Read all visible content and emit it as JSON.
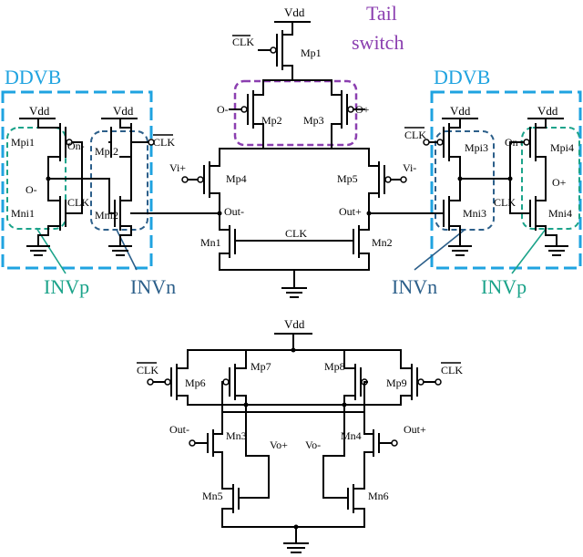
{
  "colors": {
    "ddvb": "#1fa3e0",
    "inv_n": "#2c5f8a",
    "inv_p": "#1ba38a",
    "tail_switch": "#8b3fb0"
  },
  "block_labels": {
    "ddvb_left": "DDVB",
    "ddvb_right": "DDVB",
    "tail_line1": "Tail",
    "tail_line2": "switch",
    "invp_left": "INVp",
    "invn_left": "INVn",
    "invn_right": "INVn",
    "invp_right": "INVp"
  },
  "nets": {
    "vdd": "Vdd",
    "clk": "CLK",
    "o_minus": "O-",
    "o_plus": "O+",
    "on_minus": "On-",
    "on_plus": "On+",
    "vi_plus": "Vi+",
    "vi_minus": "Vi-",
    "out_minus": "Out-",
    "out_plus": "Out+",
    "vo_plus": "Vo+",
    "vo_minus": "Vo-"
  },
  "transistors": {
    "mp1": "Mp1",
    "mp2": "Mp2",
    "mp3": "Mp3",
    "mp4": "Mp4",
    "mp5": "Mp5",
    "mn1": "Mn1",
    "mn2": "Mn2",
    "mpi1": "Mpi1",
    "mpi2": "Mpi2",
    "mpi3": "Mpi3",
    "mpi4": "Mpi4",
    "mni1": "Mni1",
    "mni2": "Mni2",
    "mni3": "Mni3",
    "mni4": "Mni4",
    "mp6": "Mp6",
    "mp7": "Mp7",
    "mp8": "Mp8",
    "mp9": "Mp9",
    "mn3": "Mn3",
    "mn4": "Mn4",
    "mn5": "Mn5",
    "mn6": "Mn6"
  }
}
